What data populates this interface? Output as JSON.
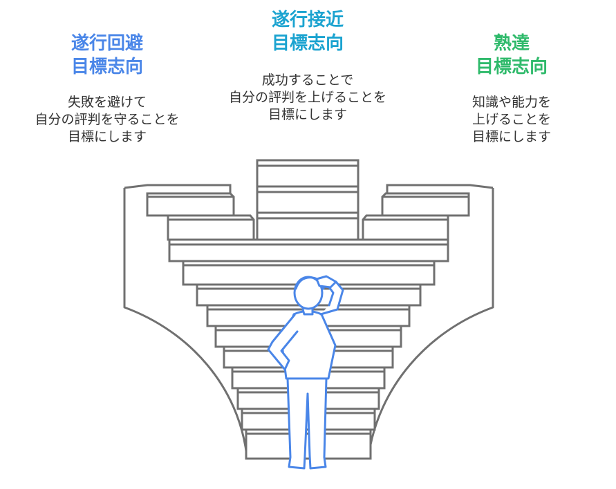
{
  "colors": {
    "left_title": "#4a86e8",
    "center_title": "#1ba3d0",
    "right_title": "#2fba6b",
    "figure": "#4a86e8",
    "stairs": "#707070"
  },
  "left": {
    "title": [
      "遂行回避",
      "目標志向"
    ],
    "description": [
      "失敗を避けて",
      "自分の評判を守ることを",
      "目標にします"
    ]
  },
  "center": {
    "title": [
      "遂行接近",
      "目標志向"
    ],
    "description": [
      "成功することで",
      "自分の評判を上げることを",
      "目標にします"
    ]
  },
  "right": {
    "title": [
      "熟達",
      "目標志向"
    ],
    "description": [
      "知識や能力を",
      "上げることを",
      "目標にします"
    ]
  }
}
